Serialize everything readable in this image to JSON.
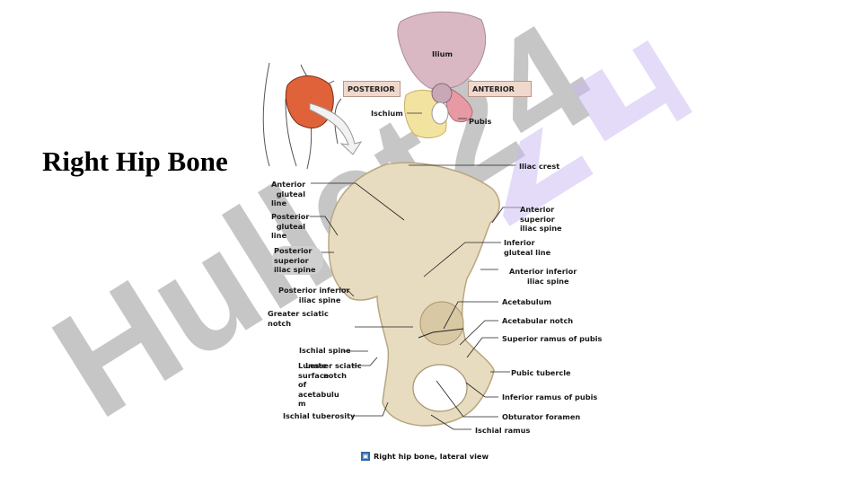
{
  "title": "Right Hip Bone",
  "inset": {
    "posterior": "POSTERIOR",
    "anterior": "ANTERIOR",
    "ilium": "Ilium",
    "ischium": "Ischium",
    "pubis": "Pubis"
  },
  "labels": {
    "iliac_crest": "Iliac crest",
    "anterior_gluteal_line": "Anterior\n  gluteal\nline",
    "posterior_gluteal_line": "Posterior\n  gluteal\nline",
    "anterior_superior_iliac_spine": "Anterior\nsuperior\niliac spine",
    "inferior_gluteal_line": "Inferior\ngluteal line",
    "posterior_superior_iliac_spine": "Posterior\nsuperior\niliac spine",
    "anterior_inferior_iliac_spine": "Anterior inferior\n       iliac spine",
    "posterior_inferior_iliac_spine": "Posterior inferior\n        iliac spine",
    "acetabulum": "Acetabulum",
    "greater_sciatic_notch": "Greater sciatic\nnotch",
    "acetabular_notch": "Acetabular notch",
    "superior_ramus_of_pubis": "Superior ramus of pubis",
    "ischial_spine": "Ischial spine",
    "lesser_sciatic_notch": "Lesser sciatic\n       notch",
    "lunate_surface": "Lunate\nsurface\nof\nacetabulu\nm",
    "pubic_tubercle": "Pubic tubercle",
    "inferior_ramus_of_pubis": "Inferior ramus of pubis",
    "ischial_tuberosity": "Ischial tuberosity",
    "obturator_foramen": "Obturator foramen",
    "ischial_ramus": "Ischial ramus"
  },
  "caption": "Right hip bone, lateral view",
  "watermark": "Hullet24",
  "colors": {
    "ilium": "#d9b8c4",
    "ischium": "#f3e3a0",
    "pubis": "#e79aa3",
    "highlight": "#e0623a",
    "bone": "#e8dcc0",
    "watermark_purple": "#c9b8f2",
    "watermark_grey": "#b8b8b8"
  }
}
